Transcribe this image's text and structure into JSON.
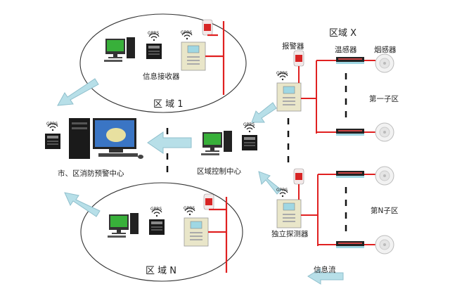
{
  "labels": {
    "zone1": "区 域 1",
    "zoneN": "区 域 N",
    "zoneX": "区域 X",
    "info_receiver": "信息接收器",
    "city_center": "市、区消防预警中心",
    "zone_control": "区域控制中心",
    "alarm": "报警器",
    "temp_sensor": "温感器",
    "smoke_sensor": "烟感器",
    "sub_zone_1": "第一子区",
    "sub_zone_n": "第N子区",
    "standalone_detector": "独立探测器",
    "info_flow": "信息流",
    "gprs": "GPRS"
  },
  "colors": {
    "wire": "#e02020",
    "arrow": "#b7dfe8",
    "arrow_stroke": "#8fbfcc",
    "screen_green": "#38b03a",
    "panel": "#e9e6c9",
    "alarm_red": "#d72525"
  }
}
